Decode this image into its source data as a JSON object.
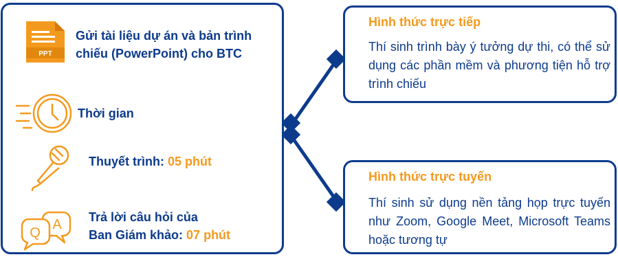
{
  "colors": {
    "navy": "#0d3b8c",
    "orange": "#f39a1e",
    "white": "#ffffff"
  },
  "left": {
    "submit": {
      "text": "Gửi tài liệu dự án và bản trình chiếu (PowerPoint) cho BTC",
      "icon": "ppt-file-icon",
      "icon_label": "PPT"
    },
    "time": {
      "text": "Thời gian",
      "icon": "clock-icon"
    },
    "present": {
      "label": "Thuyết trình:",
      "value": "05 phút",
      "icon": "microphone-icon"
    },
    "qa": {
      "line1": "Trả lời câu hỏi của",
      "label": "Ban Giám khảo:",
      "value": "07 phút",
      "icon": "qa-bubbles-icon",
      "icon_q": "Q",
      "icon_a": "A"
    }
  },
  "direct": {
    "title": "Hình thức trực tiếp",
    "body": "Thí sinh trình bày ý tưởng dự thi, có thể sử dụng các phần mềm và phương tiện hỗ trợ trình chiếu"
  },
  "online": {
    "title": "Hình thức trực tuyến",
    "body": "Thí sinh sử dụng nền tảng họp trực tuyến như Zoom, Google Meet, Microsoft Teams hoặc tương tự"
  }
}
